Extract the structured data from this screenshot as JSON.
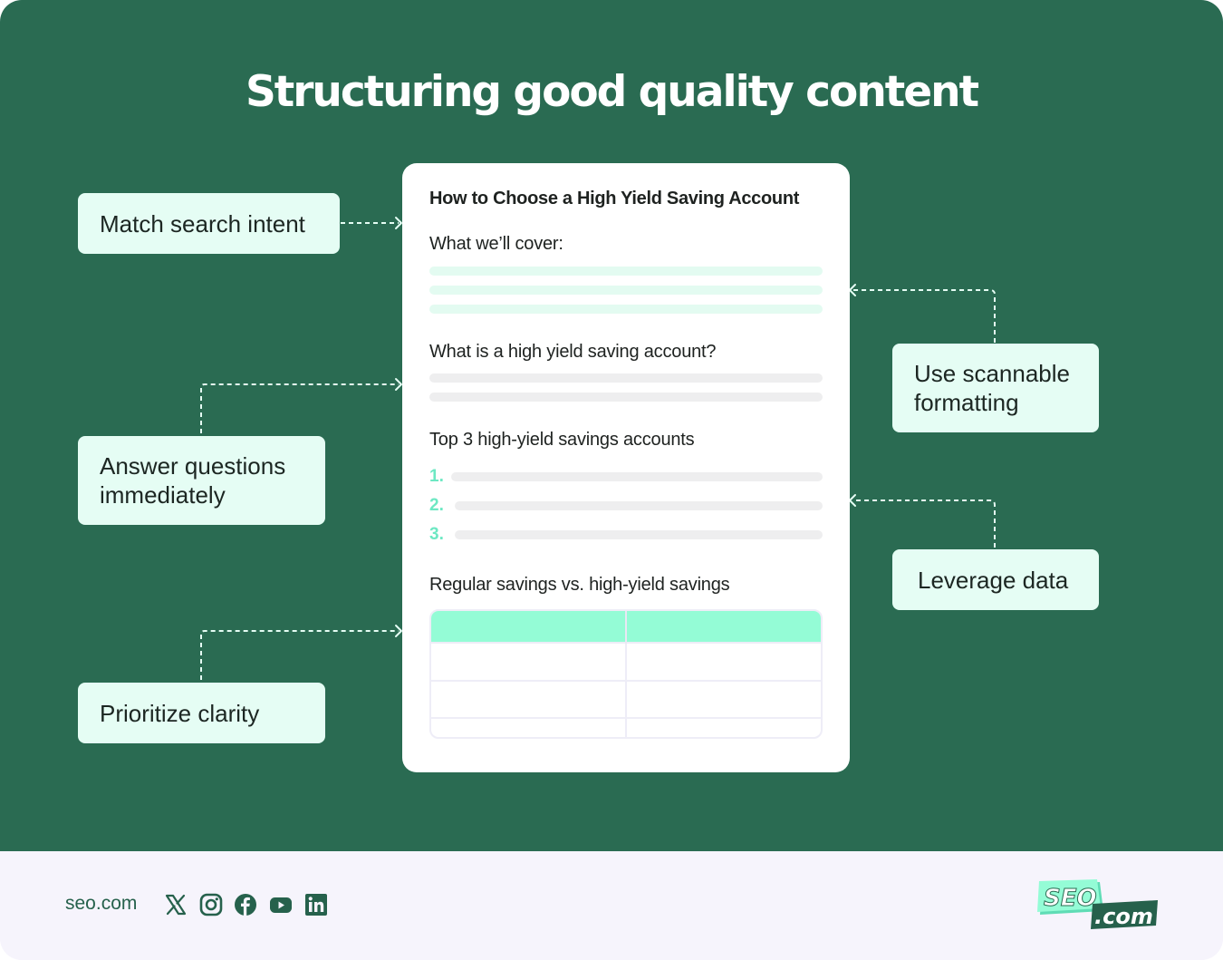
{
  "title": "Structuring good quality content",
  "colors": {
    "background": "#2a6b52",
    "callout": "#e5fdf4",
    "card": "#ffffff",
    "accent": "#94fcd6",
    "number": "#6de8c3",
    "footer": "#f6f4fc"
  },
  "callouts": {
    "match_search_intent": "Match search intent",
    "answer_questions": "Answer questions immediately",
    "prioritize_clarity": "Prioritize clarity",
    "scannable_formatting": "Use scannable formatting",
    "leverage_data": "Leverage data"
  },
  "document": {
    "title": "How to Choose a High Yield Saving Account",
    "sections": {
      "cover": "What we’ll cover:",
      "what_is": "What is a high yield saving account?",
      "top3": "Top 3 high-yield savings accounts",
      "comparison": "Regular savings vs. high-yield savings"
    },
    "numbers": [
      "1.",
      "2.",
      "3."
    ]
  },
  "footer": {
    "site": "seo.com",
    "social_icons": [
      "x-icon",
      "instagram-icon",
      "facebook-icon",
      "youtube-icon",
      "linkedin-icon"
    ],
    "logo_top": "SEO",
    "logo_bottom": ".com"
  }
}
